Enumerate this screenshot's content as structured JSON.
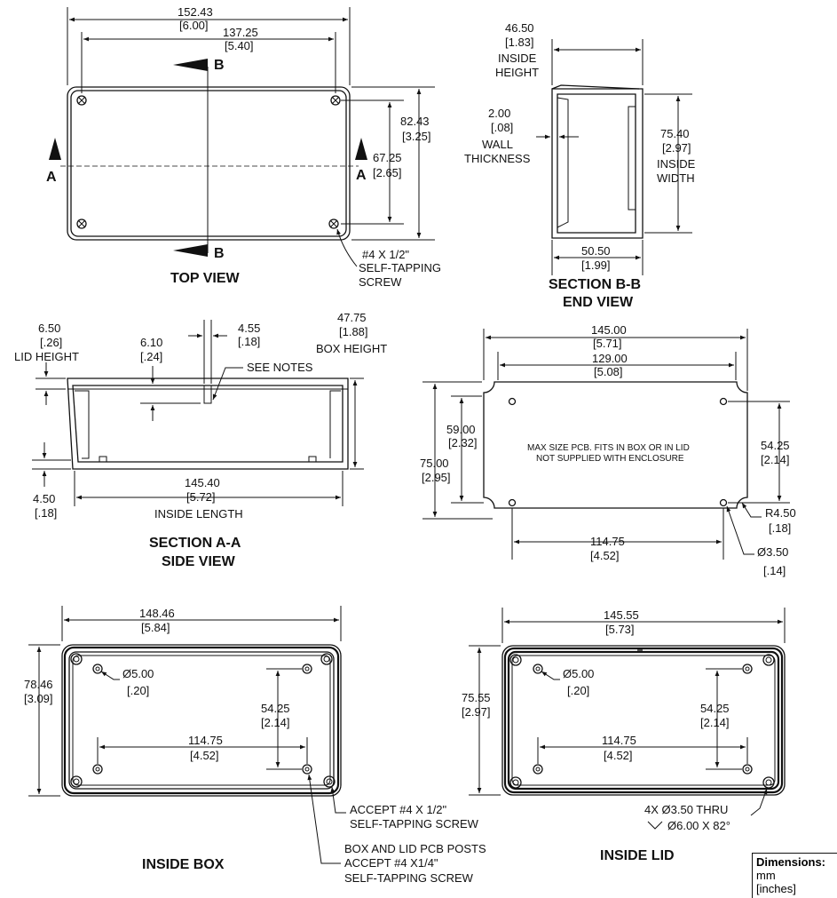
{
  "top_view": {
    "title": "TOP VIEW",
    "overall_length": "152.43",
    "overall_length_in": "[6.00]",
    "screw_spacing_length": "137.25",
    "screw_spacing_length_in": "[5.40]",
    "overall_width": "82.43",
    "overall_width_in": "[3.25]",
    "screw_spacing_width": "67.25",
    "screw_spacing_width_in": "[2.65]",
    "section_a": "A",
    "section_b": "B",
    "screw_note": [
      "#4 X 1/2\"",
      "SELF-TAPPING",
      "SCREW"
    ]
  },
  "section_bb": {
    "title": [
      "SECTION B-B",
      "END VIEW"
    ],
    "inside_height": "46.50",
    "inside_height_in": "[1.83]",
    "inside_height_label": [
      "INSIDE",
      "HEIGHT"
    ],
    "wall": "2.00",
    "wall_in": "[.08]",
    "wall_label": [
      "WALL",
      "THICKNESS"
    ],
    "inside_width": "75.40",
    "inside_width_in": "[2.97]",
    "inside_width_label": [
      "INSIDE",
      "WIDTH"
    ],
    "outer_width": "50.50",
    "outer_width_in": "[1.99]"
  },
  "section_aa": {
    "title": [
      "SECTION A-A",
      "SIDE VIEW"
    ],
    "lid_height": "6.50",
    "lid_height_in": "[.26]",
    "lid_height_label": "LID HEIGHT",
    "rib": "6.10",
    "rib_in": "[.24]",
    "rib_width": "4.55",
    "rib_width_in": "[.18]",
    "see_notes": "SEE NOTES",
    "box_height": "47.75",
    "box_height_in": "[1.88]",
    "box_height_label": "BOX HEIGHT",
    "bottom": "4.50",
    "bottom_in": "[.18]",
    "inside_length": "145.40",
    "inside_length_in": "[5.72]",
    "inside_length_label": "INSIDE LENGTH"
  },
  "pcb": {
    "length": "145.00",
    "length_in": "[5.71]",
    "hole_spacing": "129.00",
    "hole_spacing_in": "[5.08]",
    "height": "75.00",
    "height_in": "[2.95]",
    "inner_height": "59.00",
    "inner_height_in": "[2.32]",
    "hole_v": "54.25",
    "hole_v_in": "[2.14]",
    "hole_h": "114.75",
    "hole_h_in": "[4.52]",
    "radius": "R4.50",
    "radius_in": "[.18]",
    "hole_dia": "Ø3.50",
    "hole_dia_in": "[.14]",
    "note": [
      "MAX SIZE PCB. FITS IN BOX OR IN LID",
      "NOT SUPPLIED WITH ENCLOSURE"
    ]
  },
  "inside_box": {
    "title": "INSIDE BOX",
    "length": "148.46",
    "length_in": "[5.84]",
    "width": "78.46",
    "width_in": "[3.09]",
    "post_dia": "Ø5.00",
    "post_dia_in": "[.20]",
    "post_v": "54.25",
    "post_v_in": "[2.14]",
    "post_h": "114.75",
    "post_h_in": "[4.52]",
    "note1": [
      "ACCEPT #4 X 1/2\"",
      "SELF-TAPPING SCREW"
    ],
    "note2": [
      "BOX AND LID PCB POSTS",
      "ACCEPT #4 X1/4\"",
      "SELF-TAPPING SCREW"
    ]
  },
  "inside_lid": {
    "title": "INSIDE LID",
    "length": "145.55",
    "length_in": "[5.73]",
    "width": "75.55",
    "width_in": "[2.97]",
    "post_dia": "Ø5.00",
    "post_dia_in": "[.20]",
    "post_v": "54.25",
    "post_v_in": "[2.14]",
    "post_h": "114.75",
    "post_h_in": "[4.52]",
    "thru": "4X Ø3.50 THRU",
    "csk": "Ø6.00 X 82°"
  },
  "legend": {
    "title": "Dimensions:",
    "unit1": "mm",
    "unit2": "[inches]"
  }
}
